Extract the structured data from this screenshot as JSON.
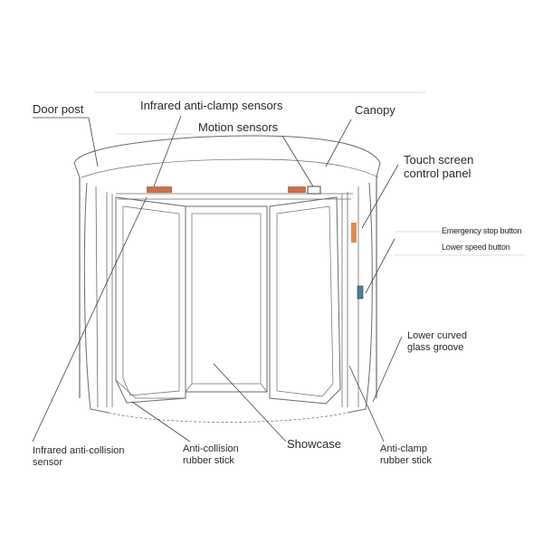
{
  "labels": {
    "door_post": "Door post",
    "infrared_anti_clamp": "Infrared anti-clamp sensors",
    "motion_sensors": "Motion sensors",
    "canopy": "Canopy",
    "touch_screen_line1": "Touch screen",
    "touch_screen_line2": "control panel",
    "emergency_stop": "Emergency stop button",
    "lower_speed": "Lower speed button",
    "lower_groove_line1": "Lower curved",
    "lower_groove_line2": "glass groove",
    "infrared_collision_line1": "Infrared anti-collision",
    "infrared_collision_line2": "sensor",
    "anti_collision_stick_line1": "Anti-collision",
    "anti_collision_stick_line2": "rubber stick",
    "showcase": "Showcase",
    "anti_clamp_stick_line1": "Anti-clamp",
    "anti_clamp_stick_line2": "rubber stick"
  },
  "colors": {
    "line": "#6b6b6b",
    "sensor": "#c9714a",
    "panel": "#e08a50"
  }
}
